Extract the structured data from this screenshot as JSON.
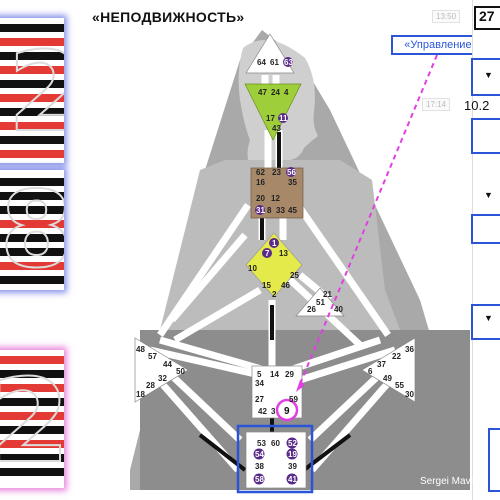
{
  "title": "«НЕПОДВИЖНОСТЬ»",
  "annotation_label": "«Управление»",
  "credit": "Sergei Mavlat",
  "time_a": "13:50",
  "time_b": "17:14",
  "value_a": "27",
  "value_b": "10.2",
  "dropdown_glyph": "▼",
  "hexagram_glyphs": [
    "2",
    "8",
    "2"
  ],
  "colors": {
    "accent_blue": "#2a55d8",
    "magenta": "#e040e0",
    "gate_purple": "#5a2a8a",
    "throat_green": "#9ecf3a",
    "g_yellow": "#e4ea4a",
    "spleen_brown": "#a7896a",
    "line_red": "#e33a35"
  },
  "head_gates": [
    "64",
    "61",
    "63"
  ],
  "ajna_gates": [
    "47",
    "24",
    "4",
    "17",
    "11",
    "43"
  ],
  "throat_gates": [
    "62",
    "23",
    "56",
    "16",
    "35",
    "20",
    "12",
    "31",
    "8",
    "33",
    "45"
  ],
  "g_gates": [
    "1",
    "7",
    "13",
    "10",
    "25",
    "15",
    "46",
    "2"
  ],
  "heart_gates": [
    "21",
    "51",
    "26",
    "40"
  ],
  "spleen_gates": [
    "48",
    "57",
    "44",
    "50",
    "32",
    "28",
    "18"
  ],
  "solar_gates": [
    "36",
    "22",
    "37",
    "6",
    "49",
    "55",
    "30"
  ],
  "sacral_gates": [
    "5",
    "14",
    "29",
    "34",
    "27",
    "59",
    "42",
    "3",
    "9"
  ],
  "root_gates": [
    "53",
    "60",
    "52",
    "54",
    "19",
    "38",
    "39",
    "58",
    "41"
  ]
}
